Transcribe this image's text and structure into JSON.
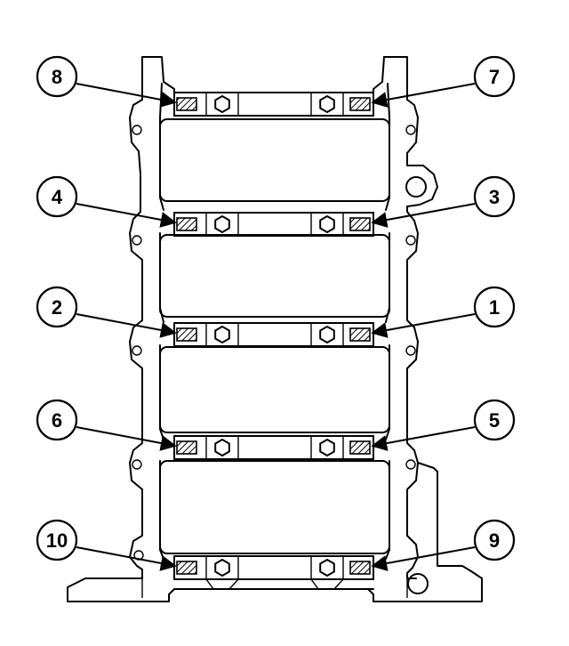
{
  "diagram": {
    "callouts": [
      {
        "label": "8",
        "side": "left",
        "row": 0
      },
      {
        "label": "7",
        "side": "right",
        "row": 0
      },
      {
        "label": "4",
        "side": "left",
        "row": 1
      },
      {
        "label": "3",
        "side": "right",
        "row": 1
      },
      {
        "label": "2",
        "side": "left",
        "row": 2
      },
      {
        "label": "1",
        "side": "right",
        "row": 2
      },
      {
        "label": "6",
        "side": "left",
        "row": 3
      },
      {
        "label": "5",
        "side": "right",
        "row": 3
      },
      {
        "label": "10",
        "side": "left",
        "row": 4
      },
      {
        "label": "9",
        "side": "right",
        "row": 4
      }
    ]
  }
}
